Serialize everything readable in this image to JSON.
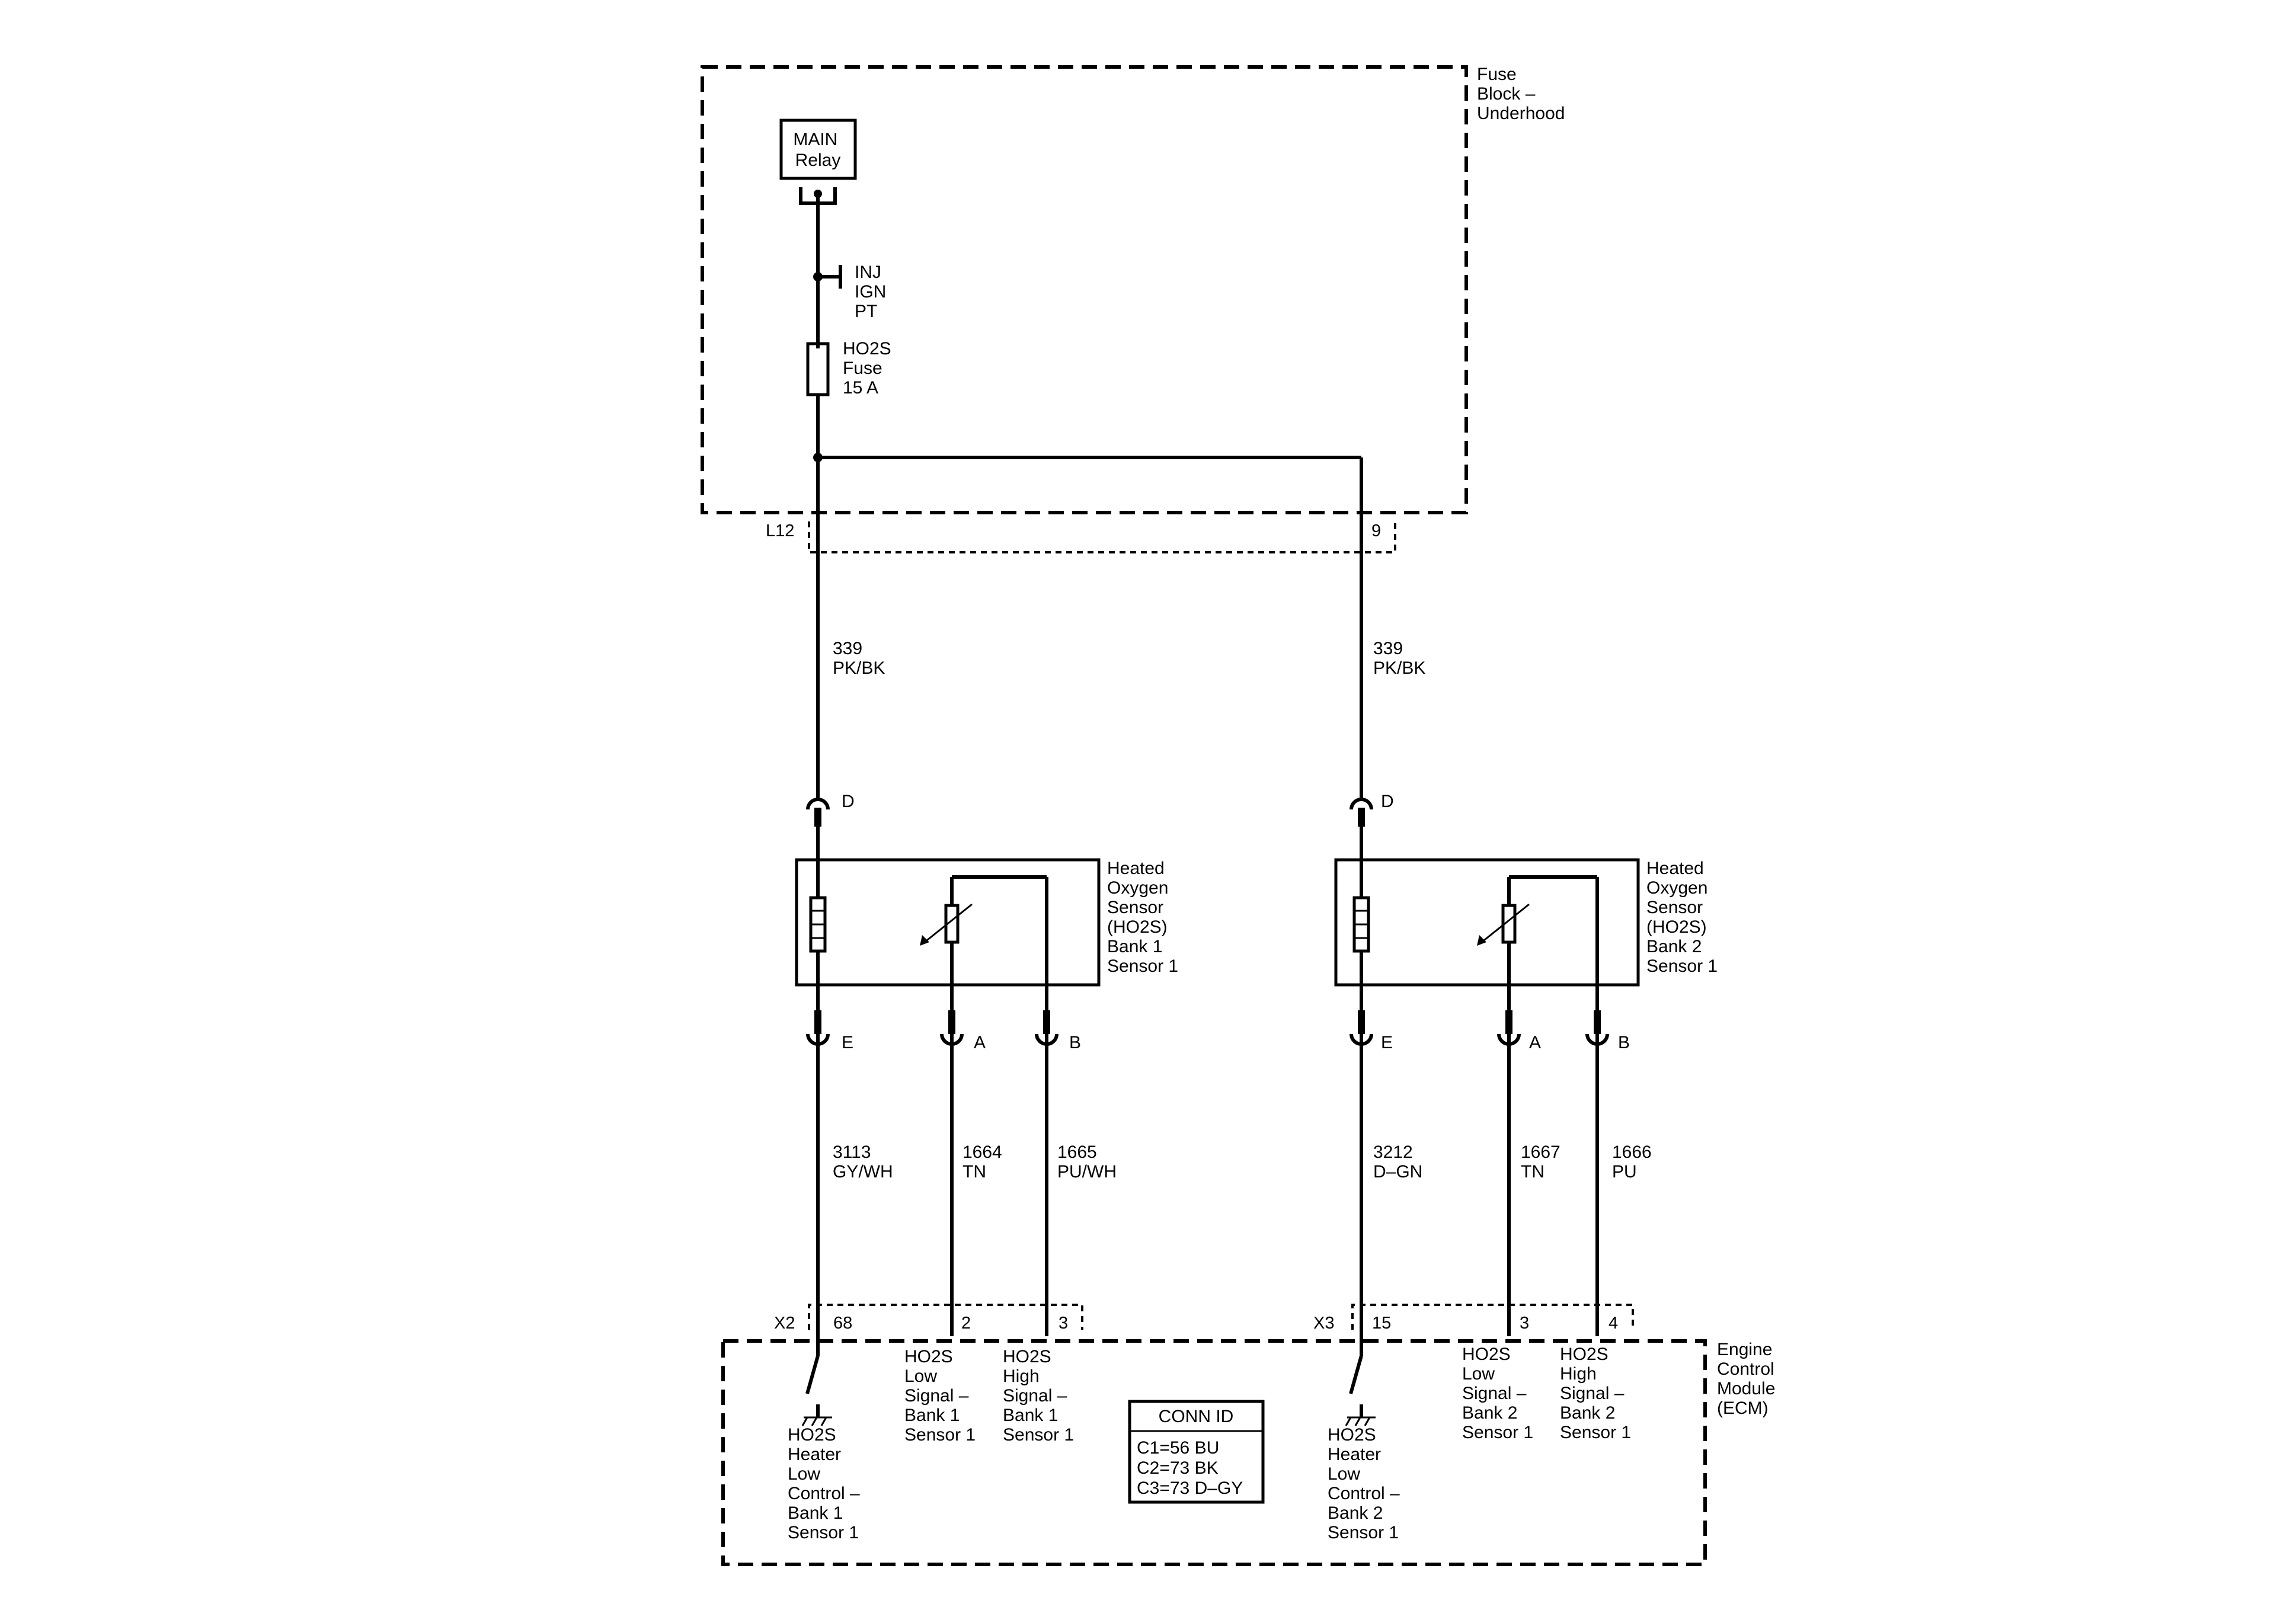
{
  "fuse_block": {
    "label": [
      "Fuse",
      "Block –",
      "Underhood"
    ]
  },
  "main_relay": {
    "label": [
      "MAIN",
      "Relay"
    ]
  },
  "ignition_branch": {
    "label": [
      "INJ",
      "IGN",
      "PT"
    ]
  },
  "fuse": {
    "label": [
      "HO2S",
      "Fuse",
      "15 A"
    ]
  },
  "upper_connector": {
    "left_pin": "L12",
    "right_pin": "9"
  },
  "feed_wires": {
    "left": {
      "circuit": "339",
      "color": "PK/BK"
    },
    "right": {
      "circuit": "339",
      "color": "PK/BK"
    }
  },
  "sensors": [
    {
      "label": [
        "Heated",
        "Oxygen",
        "Sensor",
        "(HO2S)",
        "Bank 1",
        "Sensor 1"
      ],
      "pin_top": "D",
      "pin_e": "E",
      "pin_a": "A",
      "pin_b": "B"
    },
    {
      "label": [
        "Heated",
        "Oxygen",
        "Sensor",
        "(HO2S)",
        "Bank 2",
        "Sensor 1"
      ],
      "pin_top": "D",
      "pin_e": "E",
      "pin_a": "A",
      "pin_b": "B"
    }
  ],
  "lower_wires": [
    {
      "circuit": "3113",
      "color": "GY/WH"
    },
    {
      "circuit": "1664",
      "color": "TN"
    },
    {
      "circuit": "1665",
      "color": "PU/WH"
    },
    {
      "circuit": "3212",
      "color": "D–GN"
    },
    {
      "circuit": "1667",
      "color": "TN"
    },
    {
      "circuit": "1666",
      "color": "PU"
    }
  ],
  "ecm_connectors": [
    {
      "id": "X2",
      "pins": [
        "68",
        "2",
        "3"
      ]
    },
    {
      "id": "X3",
      "pins": [
        "15",
        "3",
        "4"
      ]
    }
  ],
  "ecm": {
    "label": [
      "Engine",
      "Control",
      "Module",
      "(ECM)"
    ],
    "inputs": [
      [
        "HO2S",
        "Heater",
        "Low",
        "Control –",
        "Bank 1",
        "Sensor 1"
      ],
      [
        "HO2S",
        "Low",
        "Signal –",
        "Bank 1",
        "Sensor 1"
      ],
      [
        "HO2S",
        "High",
        "Signal –",
        "Bank 1",
        "Sensor 1"
      ],
      [
        "HO2S",
        "Heater",
        "Low",
        "Control –",
        "Bank 2",
        "Sensor 1"
      ],
      [
        "HO2S",
        "Low",
        "Signal –",
        "Bank 2",
        "Sensor 1"
      ],
      [
        "HO2S",
        "High",
        "Signal –",
        "Bank 2",
        "Sensor 1"
      ]
    ]
  },
  "conn_id": {
    "title": "CONN ID",
    "rows": [
      "C1=56 BU",
      "C2=73 BK",
      "C3=73 D–GY"
    ]
  }
}
